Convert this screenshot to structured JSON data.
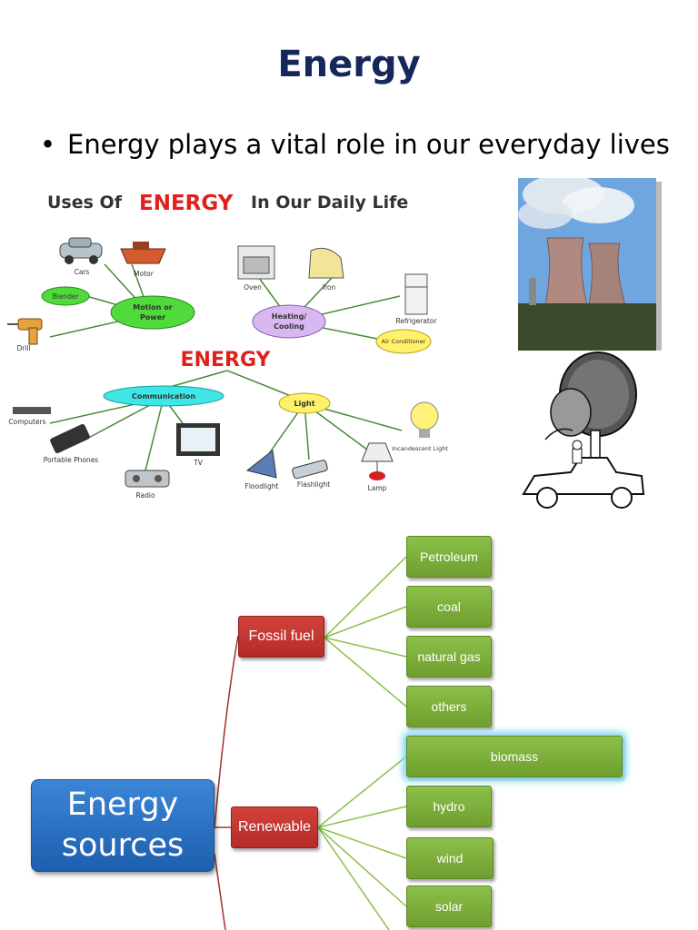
{
  "slide": {
    "title": "Energy",
    "bullet": "Energy plays a vital role in our everyday lives"
  },
  "uses_diagram": {
    "heading_prefix": "Uses Of",
    "heading_highlight": "ENERGY",
    "heading_suffix": "In Our Daily Life",
    "center": "ENERGY",
    "groups": [
      {
        "label_line1": "Motion or",
        "label_line2": "Power",
        "items": [
          "Cars",
          "Motor",
          "Blender",
          "Drill"
        ]
      },
      {
        "label_line1": "Heating/",
        "label_line2": "Cooling",
        "items": [
          "Oven",
          "Iron",
          "Refrigerator",
          "Air Conditioner"
        ]
      },
      {
        "label_line1": "Communication",
        "label_line2": "",
        "items": [
          "Computers",
          "Portable Phones",
          "Radio",
          "TV"
        ]
      },
      {
        "label_line1": "Light",
        "label_line2": "",
        "items": [
          "Floodlight",
          "Flashlight",
          "Lamp",
          "Incandescent Light"
        ]
      }
    ]
  },
  "energy_sources": {
    "root_line1": "Energy",
    "root_line2": "sources",
    "branches": [
      {
        "label": "Fossil fuel",
        "children": [
          "Petroleum",
          "coal",
          "natural gas",
          "others"
        ]
      },
      {
        "label": "Renewable",
        "children": [
          "biomass",
          "hydro",
          "wind",
          "solar"
        ]
      }
    ]
  },
  "colors": {
    "title": "#16275c",
    "accent_red": "#e0201b",
    "leaf_green": "#7cb342",
    "branch_red": "#c0302c",
    "root_blue": "#2a6fc4"
  }
}
